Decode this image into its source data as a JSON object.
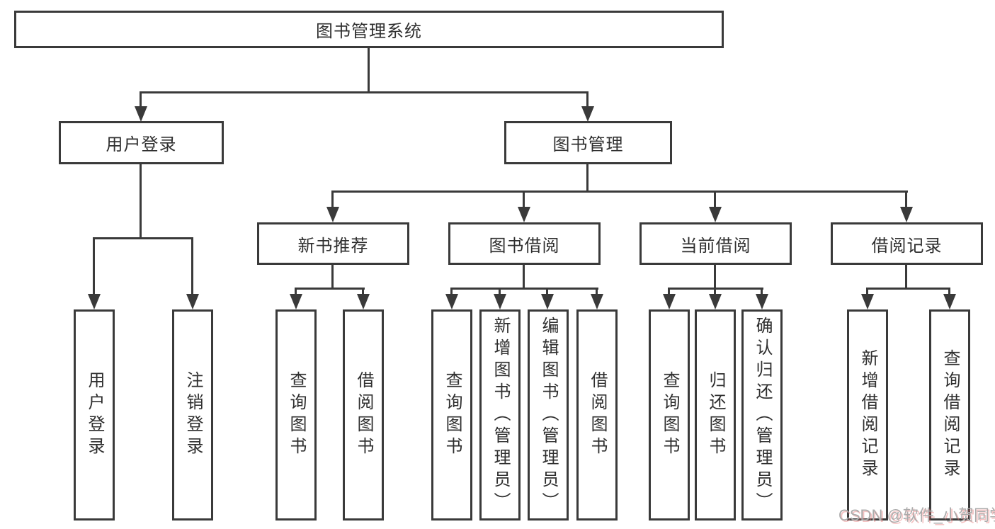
{
  "diagram": {
    "title_note": "library management system feature breakdown tree",
    "root": {
      "label": "图书管理系统"
    },
    "branches": [
      {
        "label": "用户登录",
        "leaves": [
          "用户登录",
          "注销登录"
        ]
      },
      {
        "label": "图书管理",
        "children": [
          {
            "label": "新书推荐",
            "leaves": [
              "查询图书",
              "借阅图书"
            ]
          },
          {
            "label": "图书借阅",
            "leaves": [
              "查询图书",
              "新增图书（管理员）",
              "编辑图书（管理员）",
              "借阅图书"
            ]
          },
          {
            "label": "当前借阅",
            "leaves": [
              "查询图书",
              "归还图书",
              "确认归还（管理员）"
            ]
          },
          {
            "label": "借阅记录",
            "leaves": [
              "新增借阅记录",
              "查询借阅记录"
            ]
          }
        ]
      }
    ]
  },
  "watermark": {
    "text": "CSDN @软件_小贺同学"
  },
  "colors": {
    "line": "#3a3a3a",
    "box_border": "#3a3a3a",
    "text": "#2f2f2f",
    "background": "#ffffff",
    "watermark_grey": "#ababab",
    "watermark_shadow_red": "#e77878"
  }
}
